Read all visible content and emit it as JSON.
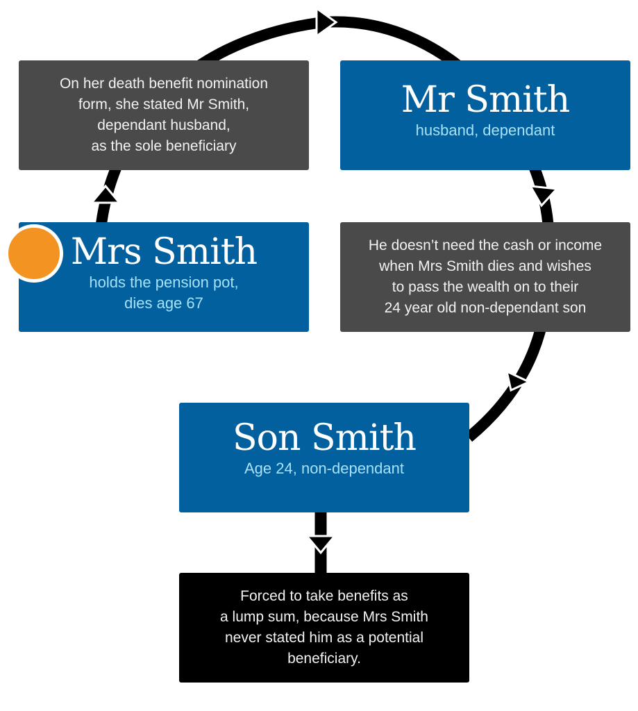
{
  "diagram": {
    "type": "cycle-flow",
    "nodes": [
      {
        "id": "mrs_smith",
        "title": "Mrs Smith",
        "subtitle_lines": [
          "holds the pension pot,",
          "dies age 67"
        ],
        "style": "blue"
      },
      {
        "id": "nomination",
        "lines": [
          "On her death benefit nomination",
          "form, she stated Mr Smith,",
          "dependant husband,",
          "as the sole beneficiary"
        ],
        "style": "grey"
      },
      {
        "id": "mr_smith",
        "title": "Mr Smith",
        "subtitle_lines": [
          "husband, dependant"
        ],
        "style": "blue"
      },
      {
        "id": "wishes",
        "lines": [
          "He doesn’t need the cash or income",
          "when Mrs Smith dies and wishes",
          "to pass the wealth on to their",
          "24 year old non-dependant son"
        ],
        "style": "grey"
      },
      {
        "id": "son_smith",
        "title": "Son Smith",
        "subtitle_lines": [
          "Age 24, non-dependant"
        ],
        "style": "blue"
      },
      {
        "id": "outcome",
        "lines": [
          "Forced to take benefits as",
          "a lump sum, because Mrs Smith",
          "never stated him as a potential",
          "beneficiary."
        ],
        "style": "black"
      }
    ],
    "edges": [
      {
        "from": "mrs_smith",
        "to": "nomination"
      },
      {
        "from": "nomination",
        "to": "mr_smith"
      },
      {
        "from": "mr_smith",
        "to": "wishes"
      },
      {
        "from": "wishes",
        "to": "son_smith"
      },
      {
        "from": "son_smith",
        "to": "outcome"
      }
    ],
    "colors": {
      "blue": "#03609e",
      "grey": "#4a4a4a",
      "black": "#000000",
      "subtitle": "#a6e1f7",
      "marker": "#f39322"
    }
  }
}
